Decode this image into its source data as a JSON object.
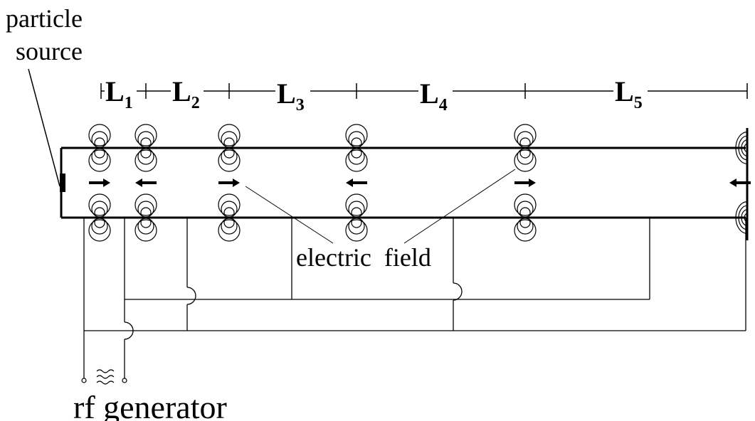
{
  "labels": {
    "source_line1": "particle",
    "source_line2": "source",
    "electric_field": "electric  field",
    "rf_generator": "rf generator"
  },
  "segments": [
    {
      "name": "L",
      "sub": "1"
    },
    {
      "name": "L",
      "sub": "2"
    },
    {
      "name": "L",
      "sub": "3"
    },
    {
      "name": "L",
      "sub": "4"
    },
    {
      "name": "L",
      "sub": "5"
    }
  ],
  "field_direction_arrows": [
    "right",
    "left",
    "right",
    "left",
    "right",
    "left"
  ],
  "colors": {
    "ink": "#000000",
    "background": "#ffffff"
  }
}
